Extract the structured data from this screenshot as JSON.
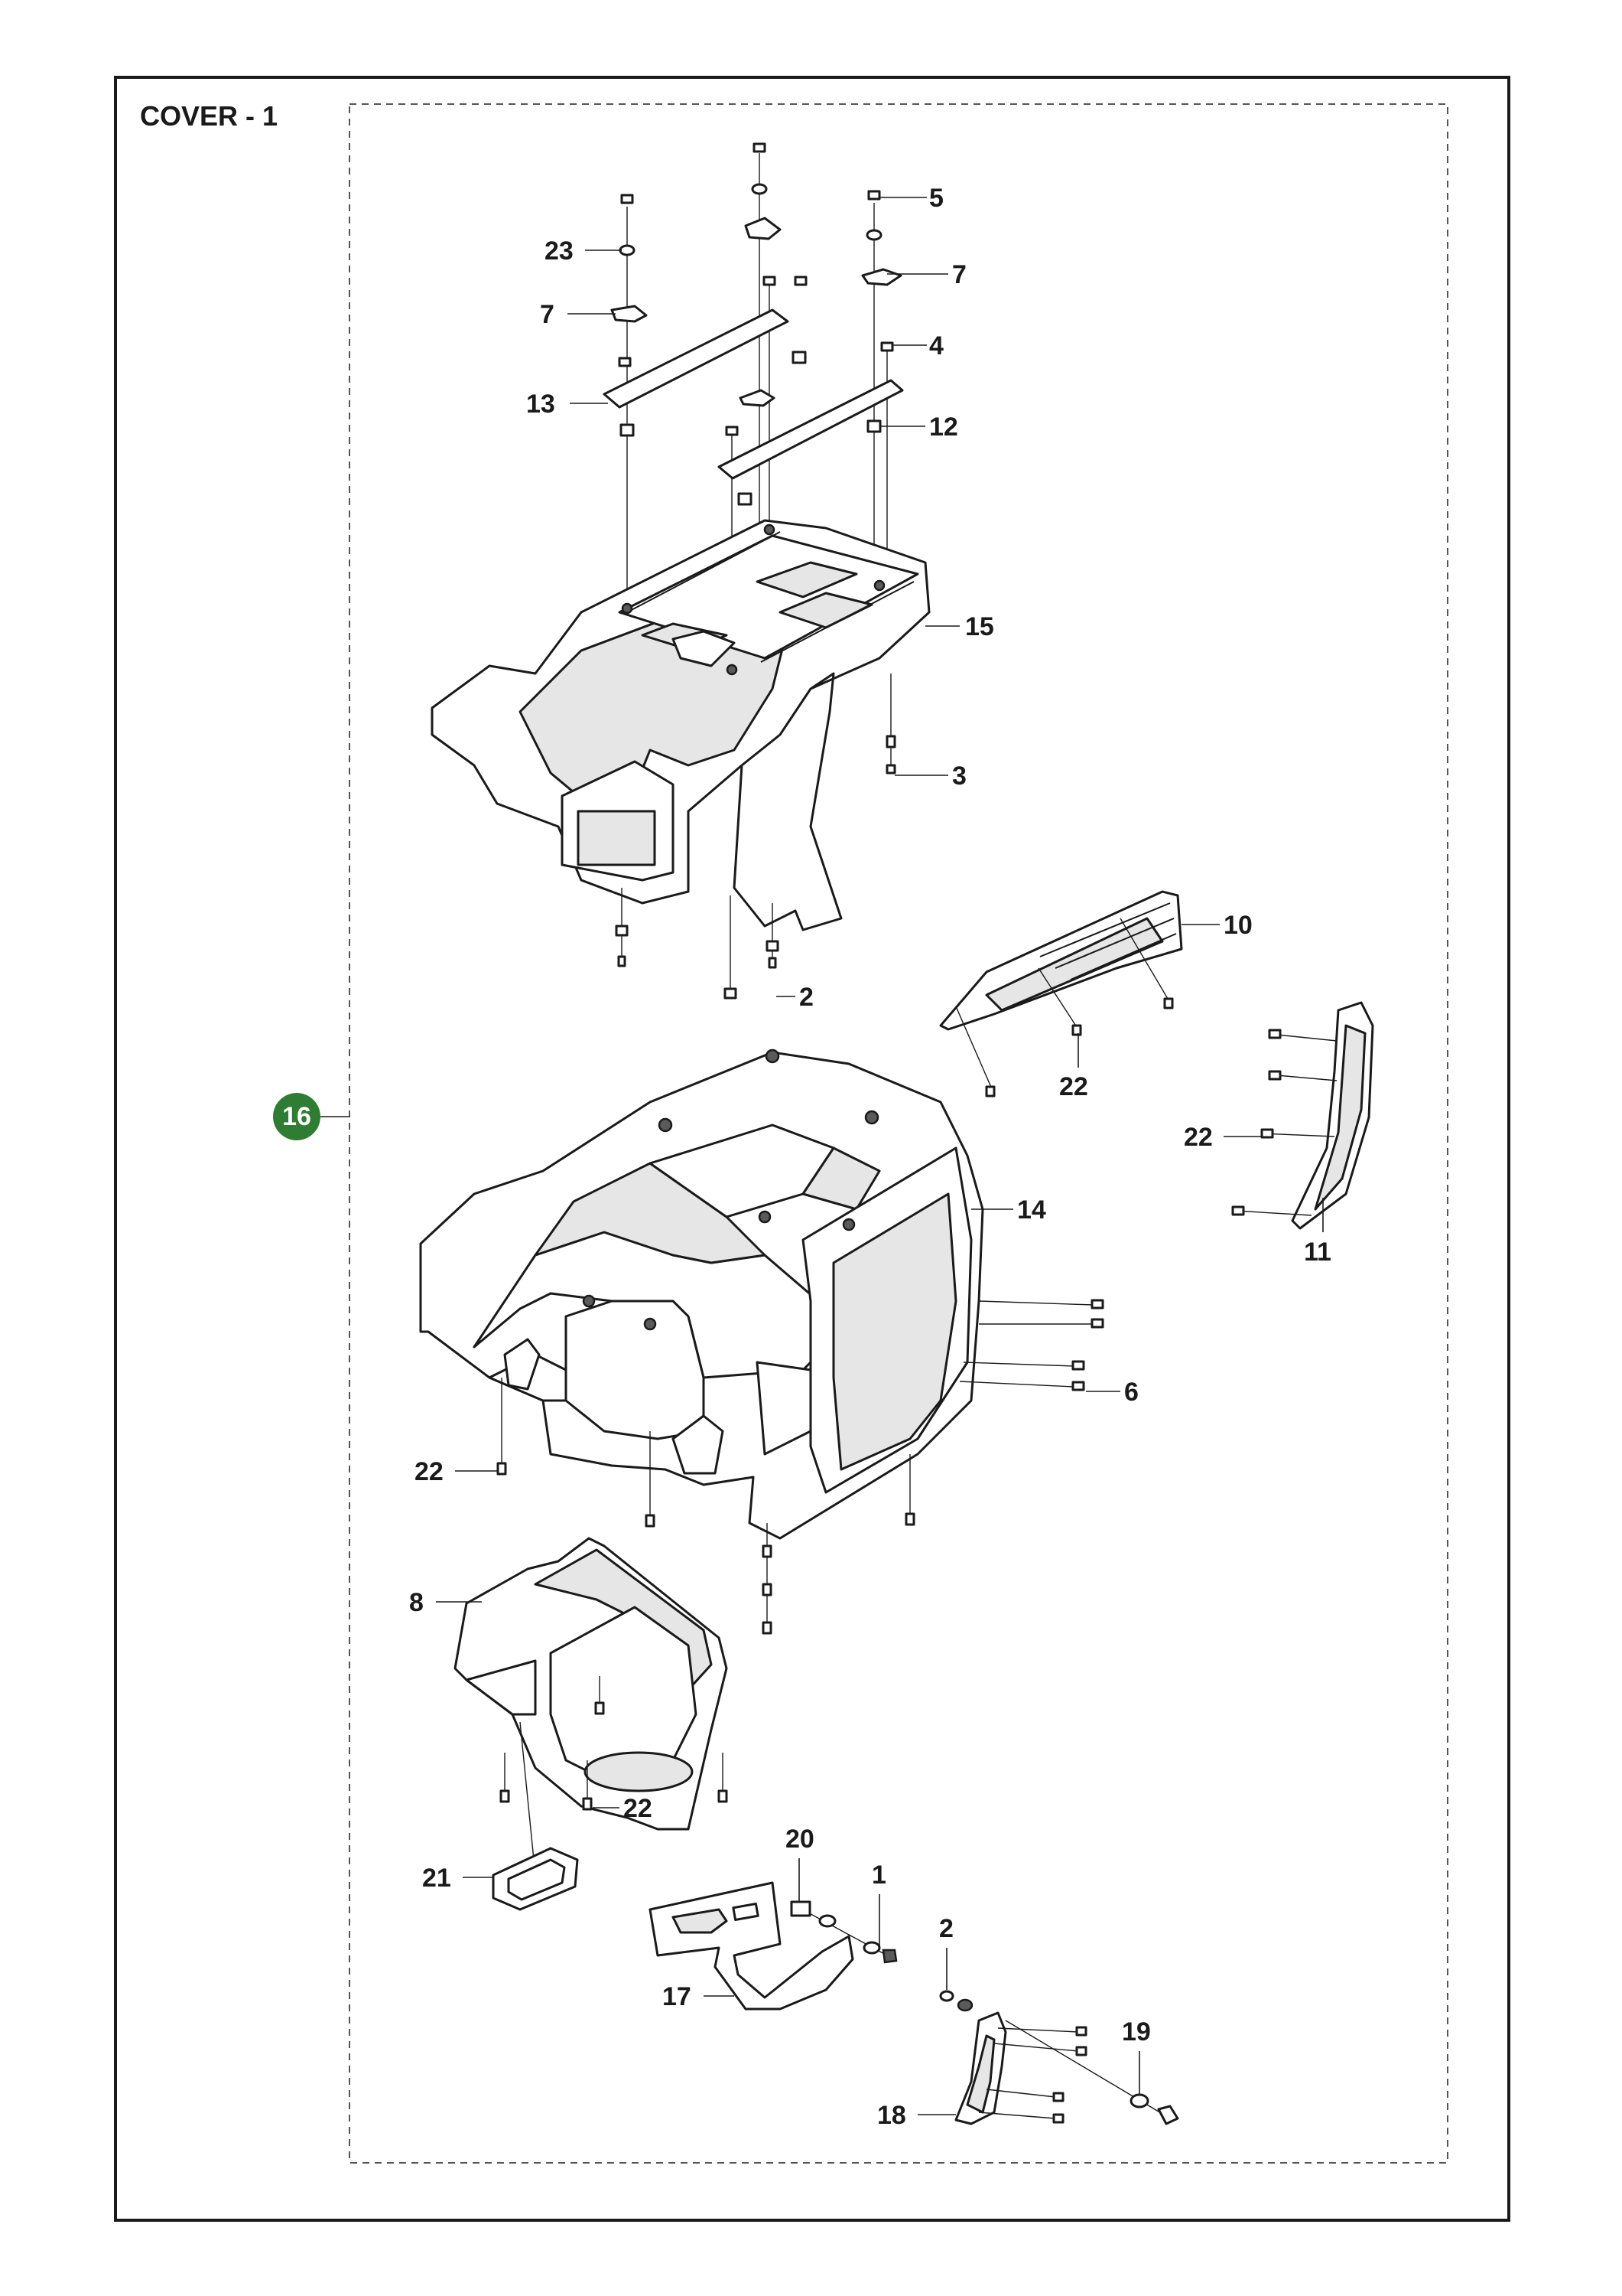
{
  "title": "COVER - 1",
  "assembly_badge": "16",
  "colors": {
    "badge": "#2e7d32",
    "line": "#1a1a1a",
    "frame": "#1a1a1a"
  },
  "callouts": [
    {
      "id": "c5",
      "text": "5"
    },
    {
      "id": "c7a",
      "text": "7"
    },
    {
      "id": "c23",
      "text": "23"
    },
    {
      "id": "c7b",
      "text": "7"
    },
    {
      "id": "c4",
      "text": "4"
    },
    {
      "id": "c13",
      "text": "13"
    },
    {
      "id": "c12",
      "text": "12"
    },
    {
      "id": "c15",
      "text": "15"
    },
    {
      "id": "c3",
      "text": "3"
    },
    {
      "id": "c10",
      "text": "10"
    },
    {
      "id": "c2a",
      "text": "2"
    },
    {
      "id": "c22a",
      "text": "22"
    },
    {
      "id": "c22b",
      "text": "22"
    },
    {
      "id": "c14",
      "text": "14"
    },
    {
      "id": "c11",
      "text": "11"
    },
    {
      "id": "c6",
      "text": "6"
    },
    {
      "id": "c22c",
      "text": "22"
    },
    {
      "id": "c8",
      "text": "8"
    },
    {
      "id": "c22d",
      "text": "22"
    },
    {
      "id": "c20",
      "text": "20"
    },
    {
      "id": "c1",
      "text": "1"
    },
    {
      "id": "c21",
      "text": "21"
    },
    {
      "id": "c2b",
      "text": "2"
    },
    {
      "id": "c17",
      "text": "17"
    },
    {
      "id": "c19",
      "text": "19"
    },
    {
      "id": "c18",
      "text": "18"
    }
  ]
}
